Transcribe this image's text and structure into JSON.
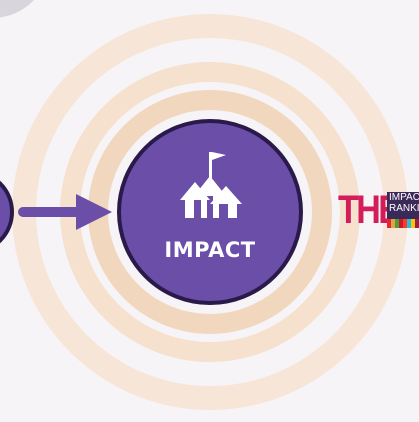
{
  "center_node": {
    "label": "IMPACT",
    "icon": "climbing-arrows-flag-icon",
    "fill_color": "#6b4ea8",
    "border_color": "#2a1a4a"
  },
  "rings_color": "#f2d9c4",
  "arrow_color": "#6b4ea8",
  "the_logo": {
    "letters": "THE",
    "line1": "IMPACT",
    "line2": "RANKI",
    "stripe_colors": [
      "#e5243b",
      "#dda63a",
      "#4c9f38",
      "#c5192d",
      "#ff3a21",
      "#26bde2",
      "#fcc30b",
      "#a21942"
    ]
  }
}
